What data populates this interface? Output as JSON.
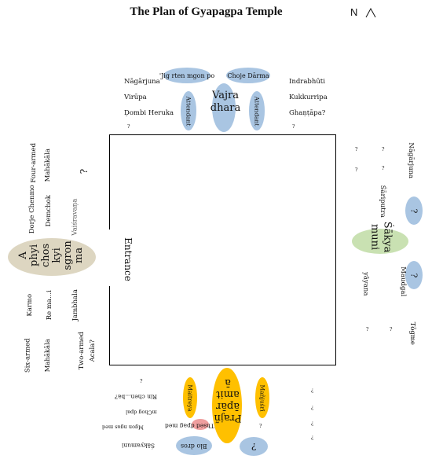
{
  "title": "The Plan of Gyapagpa Temple",
  "north": "N",
  "entrance": "Entrance",
  "top": {
    "left_names": [
      "Nāgārjuna",
      "Virūpa",
      "Ḍombi Heruka",
      "?"
    ],
    "right_names": [
      "Indrabhūti",
      "Kukkurripa",
      "Ghaṇṭāpa?",
      "?"
    ],
    "ovals": [
      "'Jig rten mgon po",
      "Choje Dārma"
    ],
    "attendant_left": "Attendant",
    "attendant_right": "Attendant",
    "center": [
      "Vajra",
      "dhara"
    ]
  },
  "right": {
    "top_col1": [
      "?",
      "?"
    ],
    "top_col2": [
      "?",
      "?"
    ],
    "nagarjuna": "Nāgārjuna",
    "sariputra": "Śāriputra",
    "oval_top": "?",
    "center": [
      "Śākya",
      "muni"
    ],
    "maudgal": "Maudgal",
    "yayana": "yāyana",
    "oval_bottom": "?",
    "bottom_q": [
      "?",
      "?"
    ],
    "tonme": "Tōgme"
  },
  "left": {
    "four_armed": "Four-armed",
    "mahakala_top": "Mahākāla",
    "dorje": "Dorje Chenmo",
    "demchok": "Demchok",
    "vaisravana": "Vaiśravaṇa",
    "q": "?",
    "center": [
      "A",
      "phyi",
      "chos",
      "kyi",
      "sgron",
      "ma"
    ],
    "karmo": "Karmo",
    "rema": "Re ma...i",
    "jambhala": "Jambhala",
    "six_armed": "Six-armed",
    "mahakala_bottom": "Mahākāla",
    "two_armed": "Two-armed",
    "acala": "Acala?"
  },
  "bottom": {
    "center": [
      "Prajñ",
      "āpār",
      "amit",
      "ā"
    ],
    "maitreya": "Maitreya",
    "manjusri": "Mañjuśrī",
    "q1": "?",
    "rin_chen": "Rin chen...ba?",
    "mchog": "mChog dpal",
    "mgon": "Mgon    ngas    med",
    "thsed": "Thsed dpag med",
    "q_mid": "?",
    "sakyamuni": "Śākyamuni",
    "blo_dros": "Blo dros",
    "oval_q": "?",
    "right_q": [
      "?",
      "?",
      "?",
      "?"
    ]
  }
}
